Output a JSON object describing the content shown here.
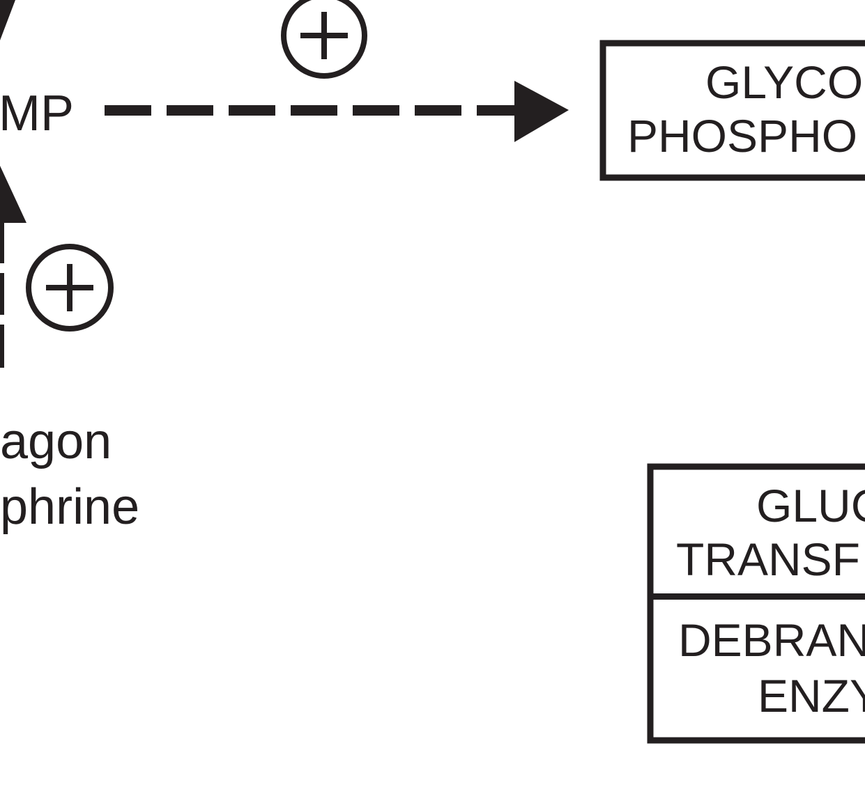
{
  "colors": {
    "ink": "#231f20",
    "background": "#ffffff"
  },
  "labels": {
    "camp_fragment": "MP",
    "hormone_line1": "agon",
    "hormone_line2": "phrine"
  },
  "symbols": {
    "plus_top": "+",
    "plus_left": "+"
  },
  "boxes": {
    "glycogen_phosphorylase": {
      "line1": "GLYCO",
      "line2": "PHOSPHO"
    },
    "glucan_transferase": {
      "line1": "GLUC",
      "line2": "TRANSF"
    },
    "debranching_enzyme": {
      "line1": "DEBRAN",
      "line2": "ENZY"
    }
  }
}
